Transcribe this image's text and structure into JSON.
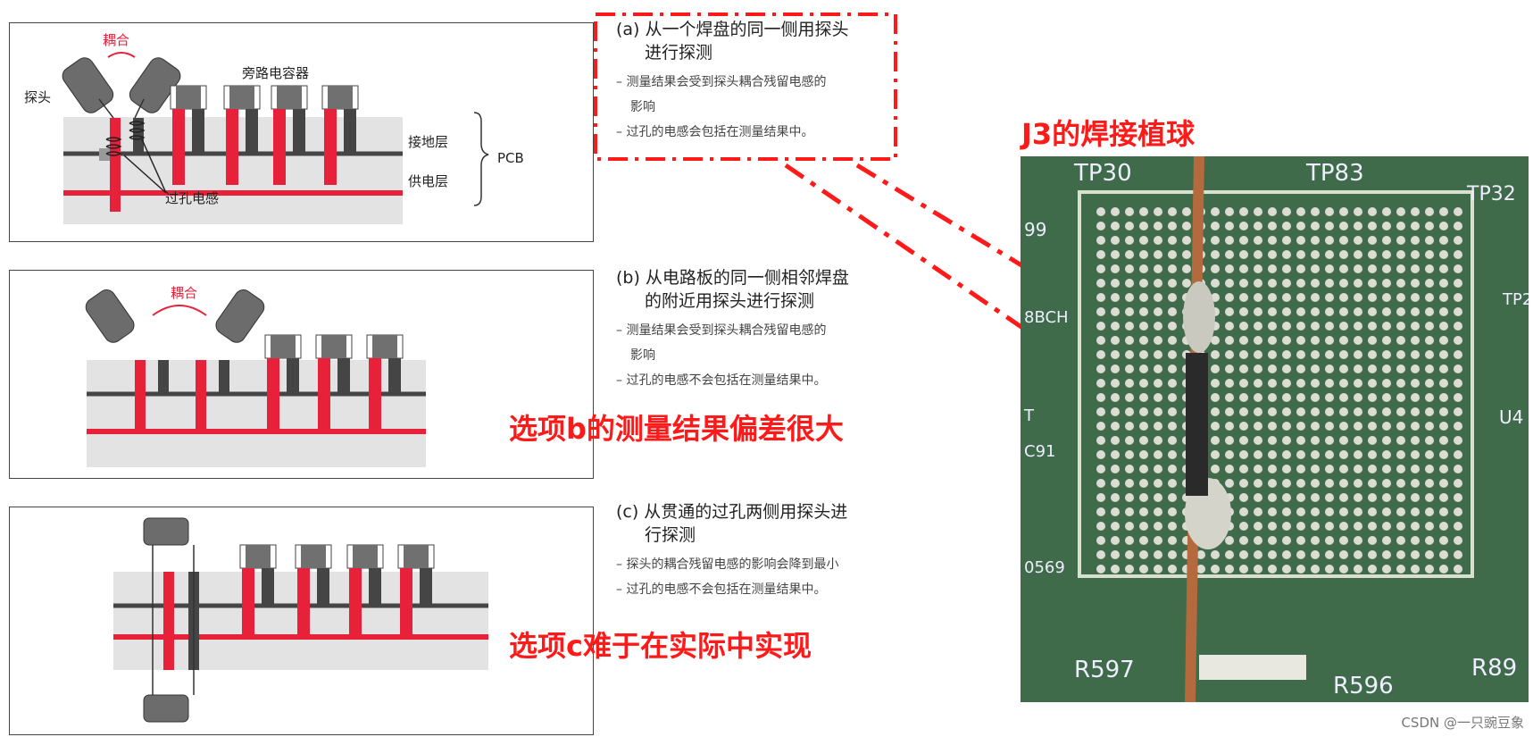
{
  "panel_a": {
    "coupling": "耦合",
    "probe": "探头",
    "bypass_caps": "旁路电容器",
    "ground_layer": "接地层",
    "power_layer": "供电层",
    "pcb": "PCB",
    "via_inductance": "过孔电感"
  },
  "panel_b": {
    "coupling": "耦合"
  },
  "options": {
    "a": {
      "title_line1": "(a) 从一个焊盘的同一侧用探头",
      "title_line2": "进行探测",
      "bullet1_line1": "– 测量结果会受到探头耦合残留电感的",
      "bullet1_line2": "影响",
      "bullet2": "– 过孔的电感会包括在测量结果中。"
    },
    "b": {
      "title_line1": "(b) 从电路板的同一侧相邻焊盘",
      "title_line2": "的附近用探头进行探测",
      "bullet1_line1": "– 测量结果会受到探头耦合残留电感的",
      "bullet1_line2": "影响",
      "bullet2": "– 过孔的电感不会包括在测量结果中。"
    },
    "c": {
      "title_line1": "(c) 从贯通的过孔两侧用探头进",
      "title_line2": "行探测",
      "bullet1": "– 探头的耦合残留电感的影响会降到最小",
      "bullet2": "– 过孔的电感不会包括在测量结果中。"
    }
  },
  "annotations": {
    "b_note": "选项b的测量结果偏差很大",
    "c_note": "选项c难于在实际中实现"
  },
  "photo": {
    "title": "J3的焊接植球",
    "labels": [
      "TP30",
      "TP83",
      "TP32",
      "99",
      "R597",
      "R596",
      "R89",
      "U4",
      "TP2",
      "8BCH",
      "C91",
      "0569",
      "T"
    ]
  },
  "watermark": "CSDN @一只豌豆象",
  "colors": {
    "red": "#e8213a",
    "pcb_gray": "#e3e3e3",
    "trace_dark": "#454545",
    "annotation_red": "#ff1a1a"
  }
}
